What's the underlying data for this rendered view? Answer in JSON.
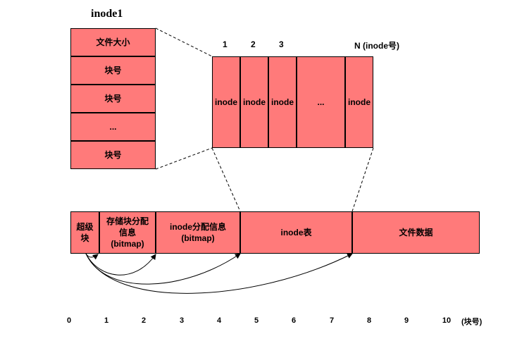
{
  "inode_title": "inode1",
  "inode_fields": [
    "文件大小",
    "块号",
    "块号",
    "...",
    "块号"
  ],
  "inode_table_header": {
    "c1": "1",
    "c2": "2",
    "c3": "3",
    "cn": "N (inode号)"
  },
  "inode_table_cells": [
    "inode",
    "inode",
    "inode",
    "...",
    "inode"
  ],
  "disk_layout": {
    "superblock": "超级\n块",
    "block_bitmap": "存储块分配\n信息\n(bitmap)",
    "inode_bitmap": "inode分配信息\n(bitmap)",
    "inode_table": "inode表",
    "file_data": "文件数据"
  },
  "block_axis": {
    "ticks": [
      "0",
      "1",
      "2",
      "3",
      "4",
      "5",
      "6",
      "7",
      "8",
      "9",
      "10"
    ],
    "unit": "(块号)"
  }
}
